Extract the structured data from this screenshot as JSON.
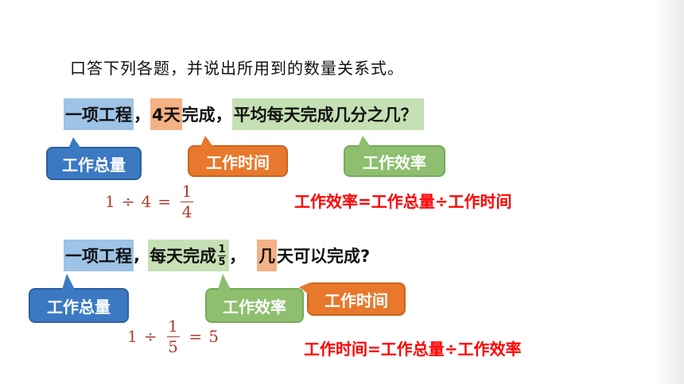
{
  "instruction": "口答下列各题，并说出所用到的数量关系式。",
  "q1": {
    "part1": "一项工程",
    "comma1": "，",
    "part2": "4天",
    "part3": "完成，",
    "part4": "平均每天完成几分之几？"
  },
  "q1_labels": {
    "total": "工作总量",
    "time": "工作时间",
    "rate": "工作效率"
  },
  "q1_math": {
    "a": "1",
    "op1": "÷",
    "b": "4",
    "eq": "=",
    "num": "1",
    "den": "4"
  },
  "q1_formula": "工作效率=工作总量÷工作时间",
  "q2": {
    "part1": "一项工程",
    "comma1": ",",
    "part2": "每天完成",
    "frac_num": "1",
    "frac_den": "5",
    "comma2": "，",
    "part3": "几",
    "part4": "天可以完成?"
  },
  "q2_labels": {
    "total": "工作总量",
    "rate": "工作效率",
    "time": "工作时间"
  },
  "q2_math": {
    "a": "1",
    "op1": "÷",
    "num": "1",
    "den": "5",
    "eq": "=",
    "result": "5"
  },
  "q2_formula": "工作时间=工作总量÷工作效率",
  "colors": {
    "blue": "#3b79c2",
    "orange": "#e7782c",
    "green": "#8dbf6e",
    "formula_red": "#ff0000"
  }
}
